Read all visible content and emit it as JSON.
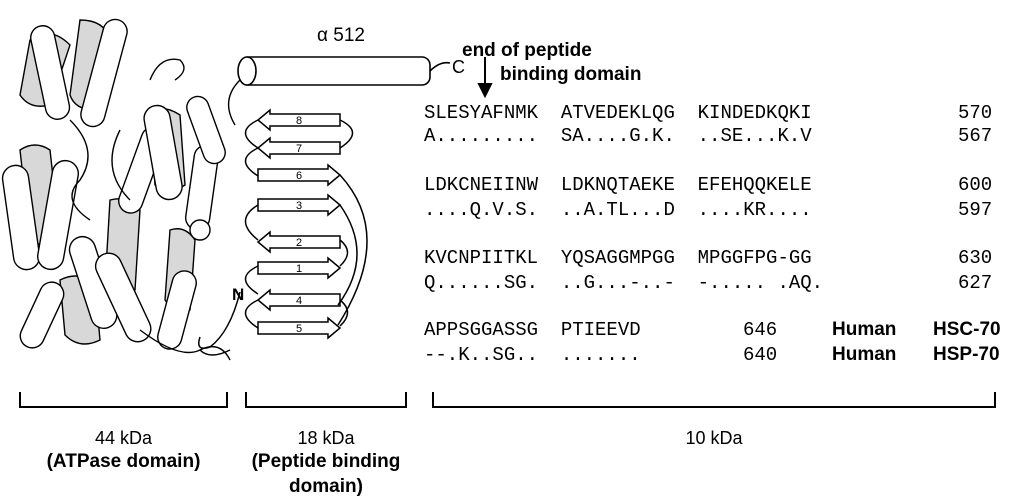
{
  "structure": {
    "helix_label": "α 512",
    "c_terminus": "C",
    "n_terminus": "N",
    "end_note_line1": "end of peptide",
    "end_note_line2": "binding domain",
    "strands": [
      "8",
      "7",
      "6",
      "3",
      "2",
      "1",
      "4",
      "5"
    ]
  },
  "alignment": {
    "blocks": [
      {
        "hsc": "SLESYAFNMK  ATVEDEKLQG  KINDEDKQKI",
        "hsc_num": "570",
        "hsp": "A.........  SA....G.K.  ..SE...K.V",
        "hsp_num": "567"
      },
      {
        "hsc": "LDKCNEIINW  LDKNQTAEKE  EFEHQQKELE",
        "hsc_num": "600",
        "hsp": "....Q.V.S.  ..A.TL...D  ....KR....",
        "hsp_num": "597"
      },
      {
        "hsc": "KVCNPIITKL  YQSAGGMPGG  MPGGFPG-GG",
        "hsc_num": "630",
        "hsp": "Q......SG.  ..G...-..-  -..... .AQ.",
        "hsp_num": "627"
      },
      {
        "hsc": "APPSGGASSG  PTIEEVD",
        "hsc_num": "646",
        "hsp": "--.K..SG..  .......",
        "hsp_num": "640"
      }
    ],
    "species_1": "Human",
    "protein_1": "HSC-70",
    "species_2": "Human",
    "protein_2": "HSP-70"
  },
  "domains": [
    {
      "size": "44 kDa",
      "name": "(ATPase domain)"
    },
    {
      "size": "18 kDa",
      "name_line1": "(Peptide binding",
      "name_line2": "domain)"
    },
    {
      "size": "10 kDa"
    }
  ]
}
